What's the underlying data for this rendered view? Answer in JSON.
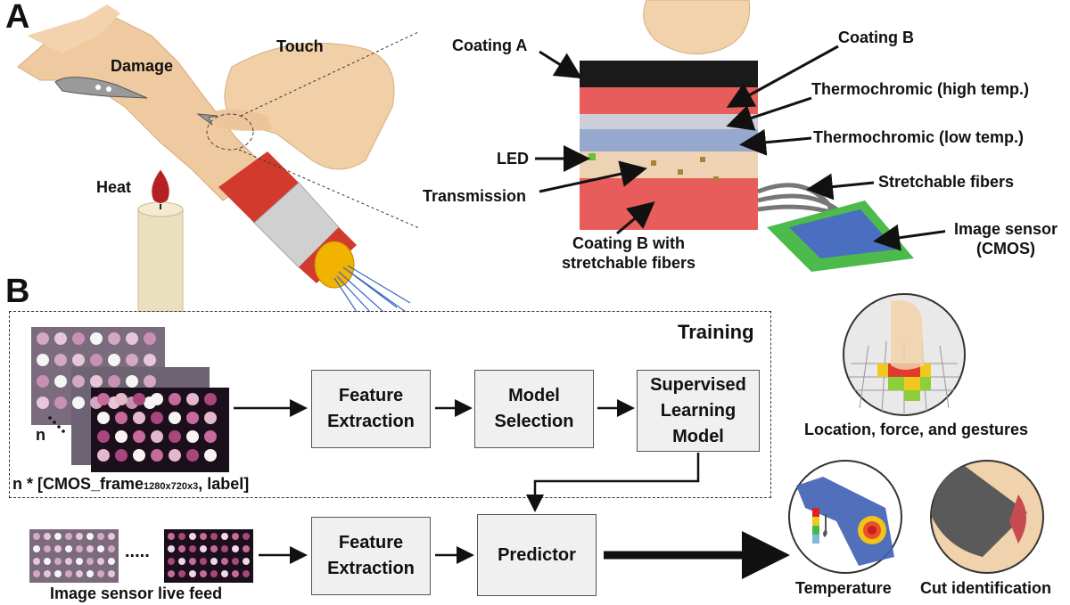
{
  "panel_a": {
    "letter": "A",
    "labels": {
      "damage": "Damage",
      "touch": "Touch",
      "heat": "Heat",
      "coating_a": "Coating A",
      "coating_b": "Coating B",
      "thermo_high": "Thermochromic (high temp.)",
      "thermo_low": "Thermochromic (low temp.)",
      "led": "LED",
      "transmission": "Transmission",
      "stretchable_fibers": "Stretchable fibers",
      "coating_b_fibers_line1": "Coating B with",
      "coating_b_fibers_line2": "stretchable fibers",
      "image_sensor_line1": "Image sensor",
      "image_sensor_line2": "(CMOS)"
    }
  },
  "panel_b": {
    "letter": "B",
    "training_title": "Training",
    "dataset_label_prefix": "n * [CMOS_frame",
    "dataset_label_sub": "1280x720x3",
    "dataset_label_suffix": ",  label]",
    "stack_n": "n",
    "boxes": {
      "feature_extraction_1": [
        "Feature",
        "Extraction"
      ],
      "model_selection": [
        "Model",
        "Selection"
      ],
      "supervised": [
        "Supervised",
        "Learning",
        "Model"
      ],
      "feature_extraction_2": [
        "Feature",
        "Extraction"
      ],
      "predictor": "Predictor"
    },
    "live_feed_label": "Image sensor live feed",
    "live_feed_ellipsis": ".....",
    "outputs": {
      "location": "Location, force, and gestures",
      "temperature": "Temperature",
      "cut": "Cut identification"
    }
  },
  "colors": {
    "coating_a": "#1a1a1a",
    "coating_b": "#e85c5c",
    "thermo_high": "#c9c9d6",
    "thermo_low": "#8c9ec8",
    "transmission": "#e8c7a0",
    "sensor_green": "#4cbb4c",
    "sensor_blue": "#4a6fc0",
    "box_fill": "#f0f0f0",
    "skin": "#efcaa0",
    "sleeve_red": "#d23a2e"
  }
}
